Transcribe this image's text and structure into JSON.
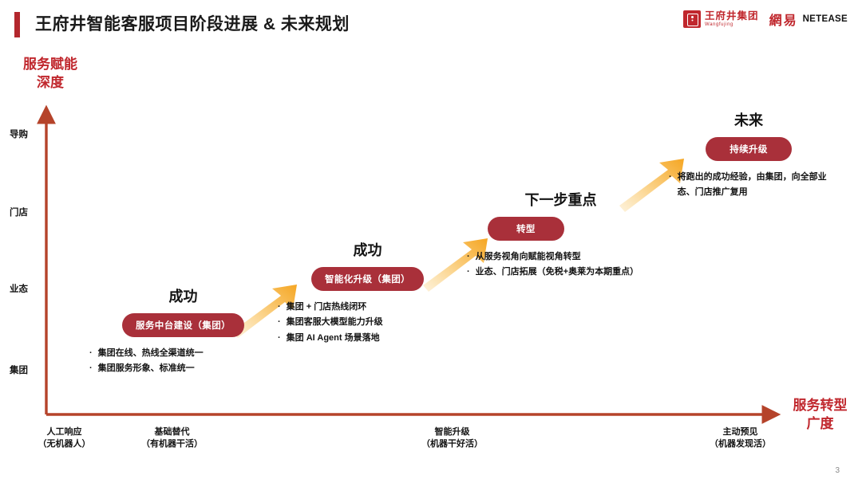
{
  "header": {
    "title": "王府井智能客服项目阶段进展 & 未来规划",
    "accent_color": "#b3272d",
    "logos": {
      "wangfujing_cn": "王府井集团",
      "wangfujing_en": "Wangfujing",
      "netease_cn": "網易",
      "netease_en": "NETEASE"
    }
  },
  "axes": {
    "y_title": "服务赋能\n深度",
    "y_title_line1": "服务赋能",
    "y_title_line2": "深度",
    "x_title_line1": "服务转型",
    "x_title_line2": "广度",
    "axis_color": "#b5432a",
    "y_ticks": [
      "导购",
      "门店",
      "业态",
      "集团"
    ],
    "x_ticks": [
      {
        "line1": "人工响应",
        "line2": "（无机器人）"
      },
      {
        "line1": "基础替代",
        "line2": "（有机器干活）"
      },
      {
        "line1": "智能升级",
        "line2": "（机器干好活）"
      },
      {
        "line1": "主动预见",
        "line2": "（机器发现活）"
      }
    ]
  },
  "arrow_color_start": "#fde8c0",
  "arrow_color_end": "#f5a623",
  "pill_color": "#a9303a",
  "stages": [
    {
      "heading": "成功",
      "pill": "服务中台建设（集团）",
      "bullets": [
        "集团在线、热线全渠道统一",
        "集团服务形象、标准统一"
      ]
    },
    {
      "heading": "成功",
      "pill": "智能化升级（集团）",
      "bullets": [
        "集团 + 门店热线闭环",
        "集团客服大模型能力升级",
        "集团 AI Agent 场景落地"
      ]
    },
    {
      "heading": "下一步重点",
      "pill": "转型",
      "bullets": [
        "从服务视角向赋能视角转型",
        "业态、门店拓展（免税+奥莱为本期重点）"
      ]
    },
    {
      "heading": "未来",
      "pill": "持续升级",
      "bullets": [
        "将跑出的成功经验，由集团，向全部业态、门店推广复用"
      ]
    }
  ],
  "bullet_glyph": "·",
  "footer": {
    "page_number": "3"
  }
}
